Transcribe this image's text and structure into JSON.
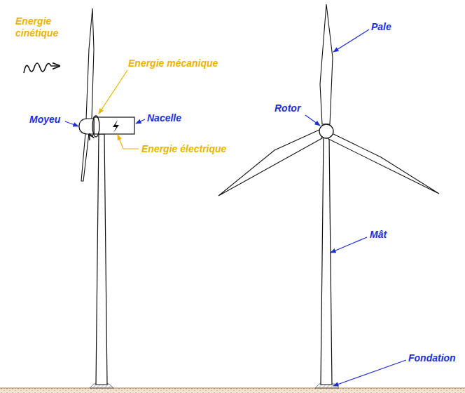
{
  "diagram": {
    "labels": [
      "Energie cinétique",
      "Energie mécanique",
      "Moyeu",
      "Nacelle",
      "Energie électrique",
      "Pale",
      "Rotor",
      "Mât",
      "Fondation"
    ]
  }
}
